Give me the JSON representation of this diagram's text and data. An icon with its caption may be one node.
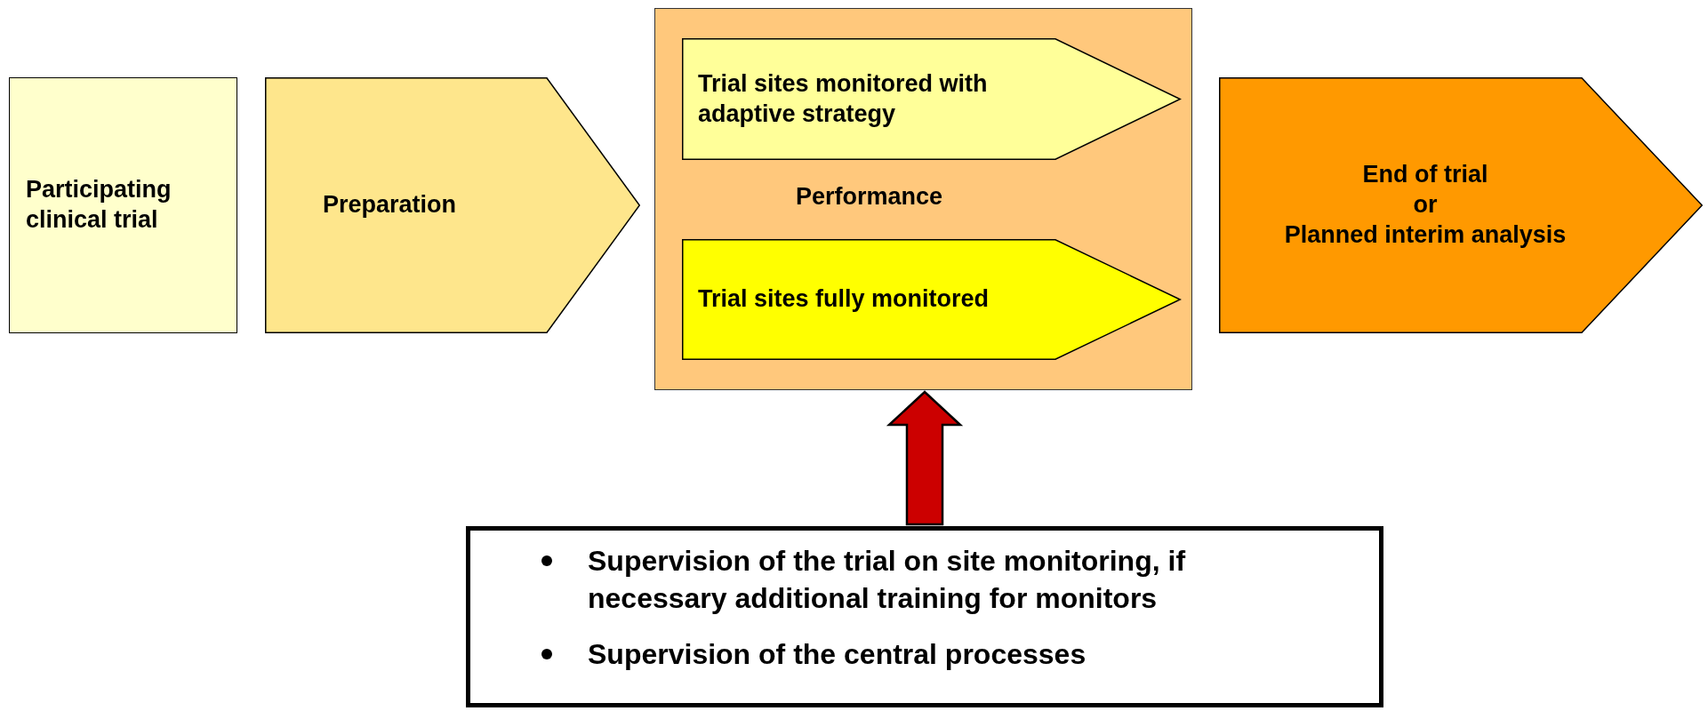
{
  "diagram": {
    "nodes": [
      {
        "text": [
          "Participating clinical trial"
        ]
      },
      {
        "text": [
          "Preparation"
        ]
      },
      {
        "text": [
          "Performance"
        ]
      },
      {
        "text": [
          "Trial sites monitored with adaptive strategy"
        ],
        "in": 2
      },
      {
        "text": [
          "Trial sites fully monitored"
        ],
        "in": 2
      },
      {
        "text": [
          "End of trial",
          "or",
          "Planned interim analysis"
        ]
      },
      {
        "text": [
          "Supervision of the trial on site monitoring, if necessary additional training for monitors",
          "Supervision of the central processes"
        ]
      }
    ],
    "edges": [
      {
        "from": 6,
        "to": 2,
        "arrow": "to",
        "style": "thick",
        "color": "#cc0000"
      }
    ]
  }
}
